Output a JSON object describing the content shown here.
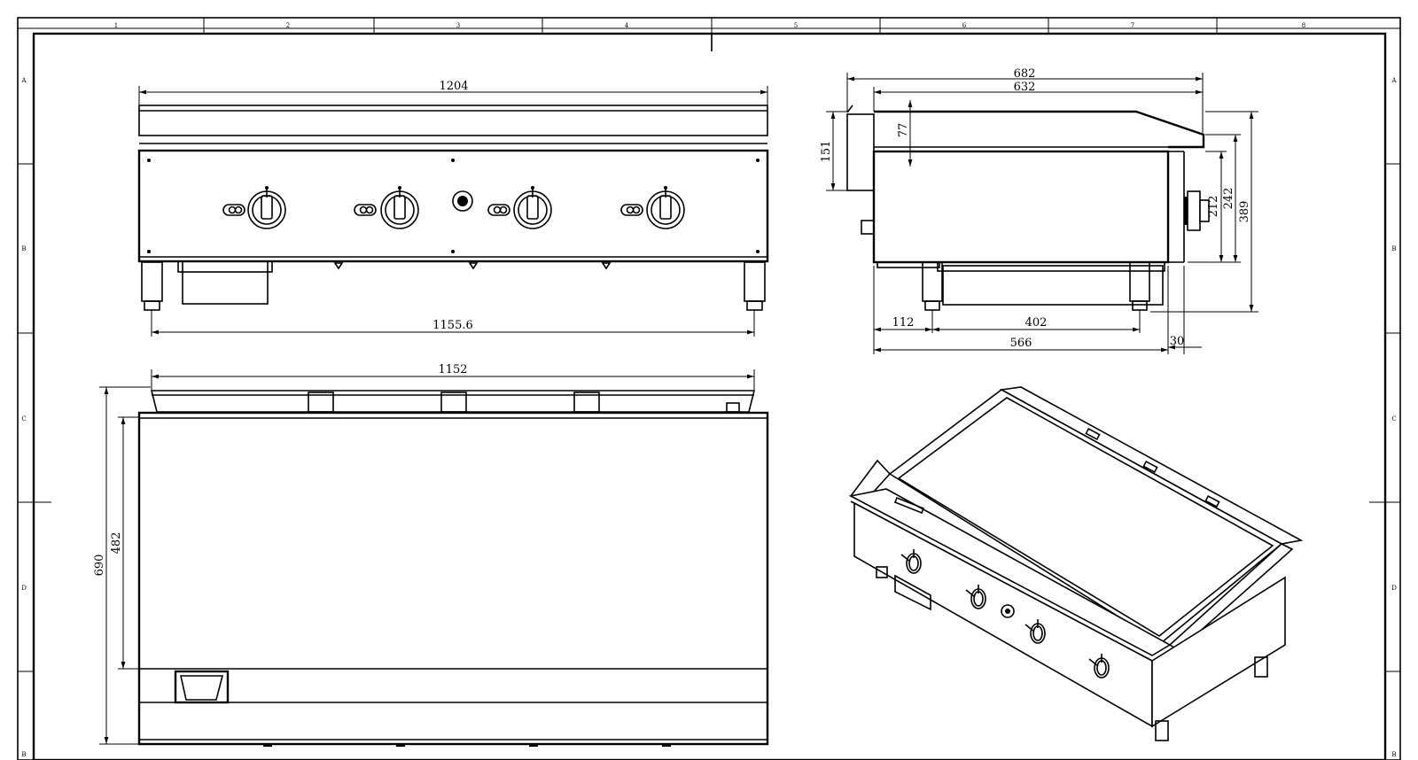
{
  "border": {
    "columns": [
      "1",
      "2",
      "3",
      "4",
      "5",
      "6",
      "7",
      "8"
    ],
    "rows_left": [
      "A",
      "B",
      "C",
      "D",
      "B"
    ],
    "rows_right": [
      "A",
      "B",
      "C",
      "D",
      "B"
    ]
  },
  "dimensions": {
    "front_overall_width": "1204",
    "front_leg_span": "1155.6",
    "top_width": "1152",
    "top_depth_overall": "690",
    "top_depth_plate": "482",
    "side_depth_overall": "682",
    "side_depth_body": "632",
    "side_backsplash": "77",
    "side_rear_height": "151",
    "side_body_height": "212",
    "side_mid_height": "242",
    "side_total_height": "389",
    "side_leg_offset": "112",
    "side_leg_span": "402",
    "side_base_depth": "566",
    "side_knob_offset": "30"
  },
  "colors": {
    "line": "#000000",
    "background": "#ffffff"
  }
}
